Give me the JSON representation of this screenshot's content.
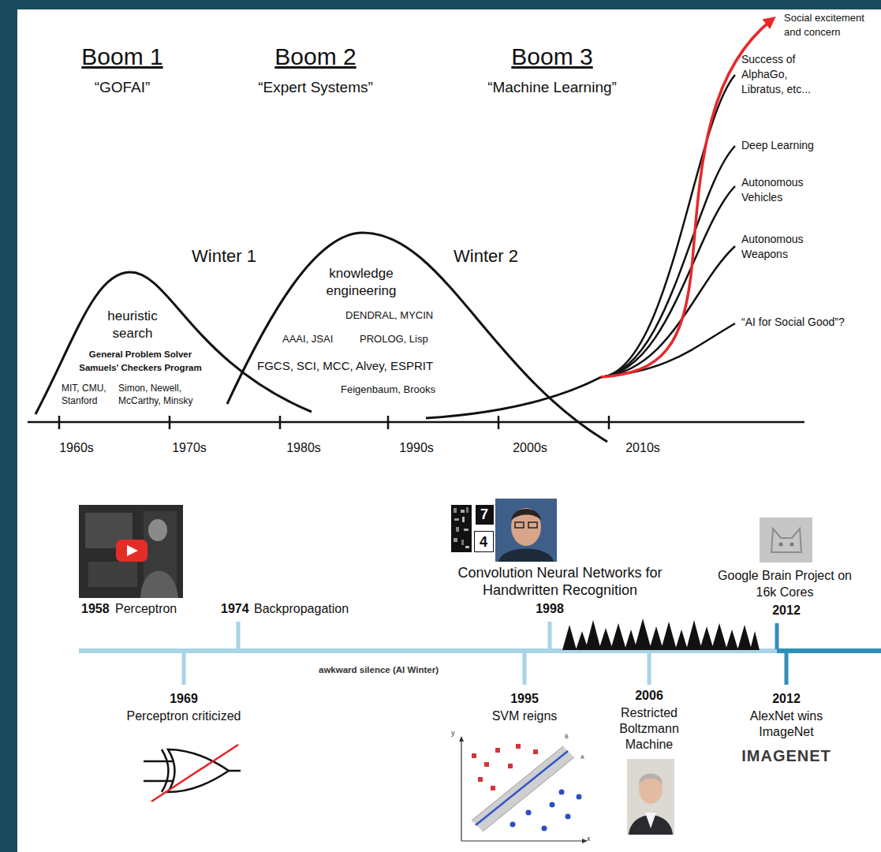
{
  "diagram": {
    "labels": [
      "Social excitement and concern",
      "Boom 1",
      "Boom 2",
      "Boom 3",
      "Success of AlphaGo, Libratus, etc...",
      "“GOFAI”",
      "“Expert Systems”",
      "“Machine Learning”",
      "Deep Learning",
      "Autonomous Vehicles",
      "Winter 1",
      "Winter 2",
      "Autonomous Weapons",
      "knowledge engineering",
      "heuristic search",
      "DENDRAL, MYCIN",
      "AAAI, JSAI",
      "PROLOG, Lisp",
      "“AI for Social Good”?",
      "General Problem Solver",
      "Samuels' Checkers Program",
      "FGCS, SCI, MCC, Alvey, ESPRIT",
      "MIT, CMU, Stanford",
      "Simon, Newell, McCarthy, Minsky",
      "Feigenbaum, Brooks",
      "1960s",
      "1970s",
      "1980s",
      "1990s",
      "2000s",
      "2010s",
      "7",
      "4",
      "Convolution Neural Networks for Handwritten Recognition",
      "Google Brain Project on 16k Cores",
      "1958",
      "Perceptron",
      "1974",
      "Backpropagation",
      "1998",
      "2012",
      "awkward silence (AI Winter)",
      "1969",
      "1995",
      "2006",
      "2012",
      "Perceptron criticized",
      "SVM reigns",
      "Restricted Boltzmann Machine",
      "AlexNet wins ImageNet",
      "y",
      "B",
      "A",
      "x",
      "IMAGENET"
    ]
  }
}
